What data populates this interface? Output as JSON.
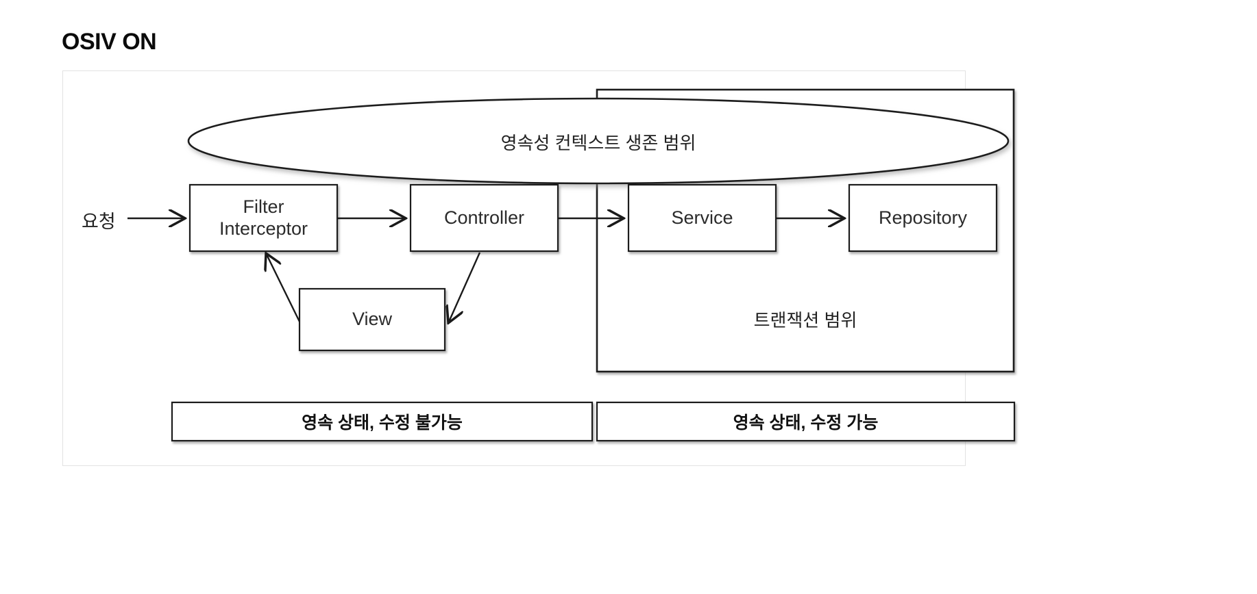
{
  "page": {
    "title": "OSIV ON",
    "background_color": "#ffffff",
    "frame_border_color": "#e2e2e2"
  },
  "diagram": {
    "type": "flow-architecture",
    "stroke_color": "#1a1a1a",
    "text_color": "#2b2b2b",
    "request_label": "요청",
    "persistence_scope": {
      "shape": "ellipse",
      "label": "영속성 컨텍스트 생존 범위"
    },
    "transaction_scope": {
      "shape": "rectangle",
      "label": "트랜잭션 범위"
    },
    "nodes": [
      {
        "id": "filter",
        "label": "Filter\nInterceptor"
      },
      {
        "id": "controller",
        "label": "Controller"
      },
      {
        "id": "service",
        "label": "Service"
      },
      {
        "id": "repository",
        "label": "Repository"
      },
      {
        "id": "view",
        "label": "View"
      }
    ],
    "edges": [
      {
        "from": "request",
        "to": "filter"
      },
      {
        "from": "filter",
        "to": "controller"
      },
      {
        "from": "controller",
        "to": "service"
      },
      {
        "from": "service",
        "to": "repository"
      },
      {
        "from": "controller",
        "to": "view"
      },
      {
        "from": "view",
        "to": "filter"
      }
    ],
    "status_bars": [
      {
        "id": "left-bar",
        "label": "영속 상태, 수정 불가능"
      },
      {
        "id": "right-bar",
        "label": "영속 상태, 수정 가능"
      }
    ]
  }
}
